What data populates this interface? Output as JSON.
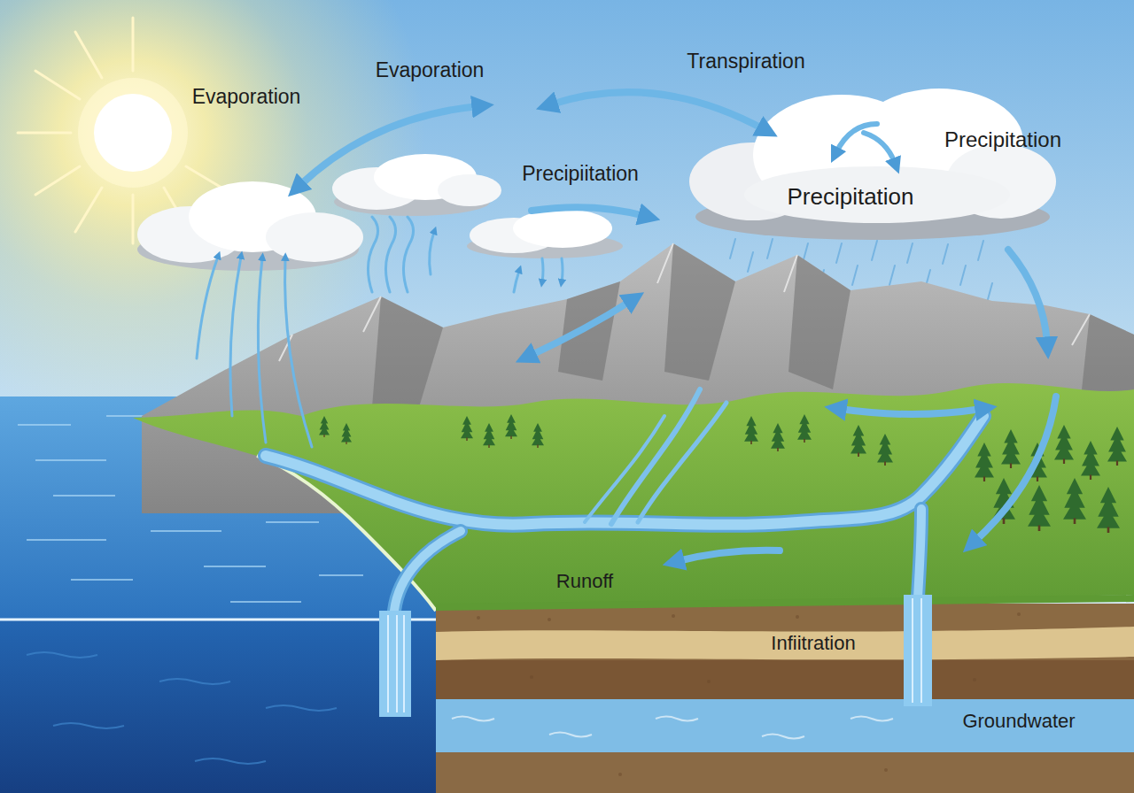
{
  "diagram": {
    "labels": [
      "Evaporation",
      "Evaporation",
      "Transpiration",
      "Precipitation",
      "Precipiitation",
      "Precipitation",
      "Runoff",
      "Infiitration",
      "Groundwater"
    ]
  }
}
